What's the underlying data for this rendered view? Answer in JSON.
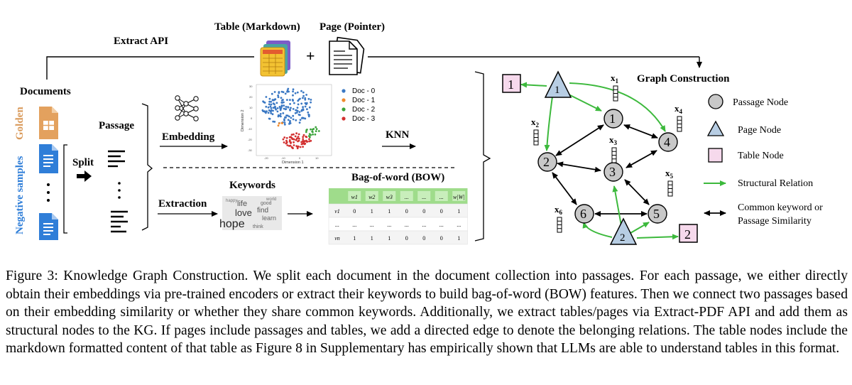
{
  "figure": {
    "documents_label": "Documents",
    "golden_label": "Golden",
    "negative_label": "Negative samples",
    "split_label": "Split",
    "passage_label": "Passage",
    "extract_api_label": "Extract API",
    "table_label": "Table (Markdown)",
    "page_label": "Page (Pointer)",
    "plus_label": "+",
    "embedding_label": "Embedding",
    "extraction_label": "Extraction",
    "keywords_label": "Keywords",
    "knn_label": "KNN",
    "bow_label": "Bag-of-word (BOW)",
    "graph_label": "Graph Construction",
    "tsne": {
      "x_label": "Dimension 1",
      "y_label": "Dimension 2",
      "legend": [
        {
          "label": "Doc - 0",
          "color": "#3b78c3"
        },
        {
          "label": "Doc - 1",
          "color": "#f08a2c"
        },
        {
          "label": "Doc - 2",
          "color": "#3aa33a"
        },
        {
          "label": "Doc - 3",
          "color": "#d23030"
        }
      ]
    },
    "bow_table": {
      "headers": [
        "w1",
        "w2",
        "w3",
        "...",
        "...",
        "...",
        "w|W|"
      ],
      "rows": [
        {
          "label": "v1",
          "cells": [
            "0",
            "1",
            "1",
            "0",
            "0",
            "0",
            "1"
          ]
        },
        {
          "label": "...",
          "cells": [
            "...",
            "...",
            "...",
            "...",
            "...",
            "...",
            "..."
          ]
        },
        {
          "label": "vn",
          "cells": [
            "1",
            "1",
            "1",
            "0",
            "0",
            "0",
            "1"
          ]
        }
      ]
    },
    "wordcloud": [
      "life",
      "love",
      "find",
      "learn",
      "good",
      "hope",
      "think",
      "happy",
      "world"
    ],
    "legend": {
      "passage_node": "Passage Node",
      "page_node": "Page Node",
      "table_node": "Table Node",
      "structural_relation": "Structural Relation",
      "common_keyword_1": "Common keyword or",
      "common_keyword_2": "Passage Similarity"
    },
    "graph": {
      "passage_nodes": [
        "1",
        "2",
        "3",
        "4",
        "5",
        "6"
      ],
      "page_nodes": [
        "1",
        "2"
      ],
      "table_nodes": [
        "1",
        "2"
      ],
      "features": [
        "x1",
        "x2",
        "x3",
        "x4",
        "x5",
        "x6"
      ]
    },
    "colors": {
      "structural": "#3cb93c",
      "passage_fill": "#c8c8c8",
      "page_fill": "#b7cde3",
      "table_fill": "#f6d9ec",
      "golden": "#d99a5b",
      "negative": "#2f7ed8"
    }
  },
  "caption": {
    "figure_number": "Figure 3:",
    "text": "Knowledge Graph Construction. We split each document in the document collection into passages. For each passage, we either directly obtain their embeddings via pre-trained encoders or extract their keywords to build bag-of-word (BOW) features. Then we connect two passages based on their embedding similarity or whether they share common keywords. Additionally, we extract tables/pages via Extract-PDF API and add them as structural nodes to the KG. If pages include passages and tables, we add a directed edge to denote the belonging relations. The table nodes include the markdown formatted content of that table as Figure 8 in Supplementary has empirically shown that LLMs are able to understand tables in this format."
  }
}
